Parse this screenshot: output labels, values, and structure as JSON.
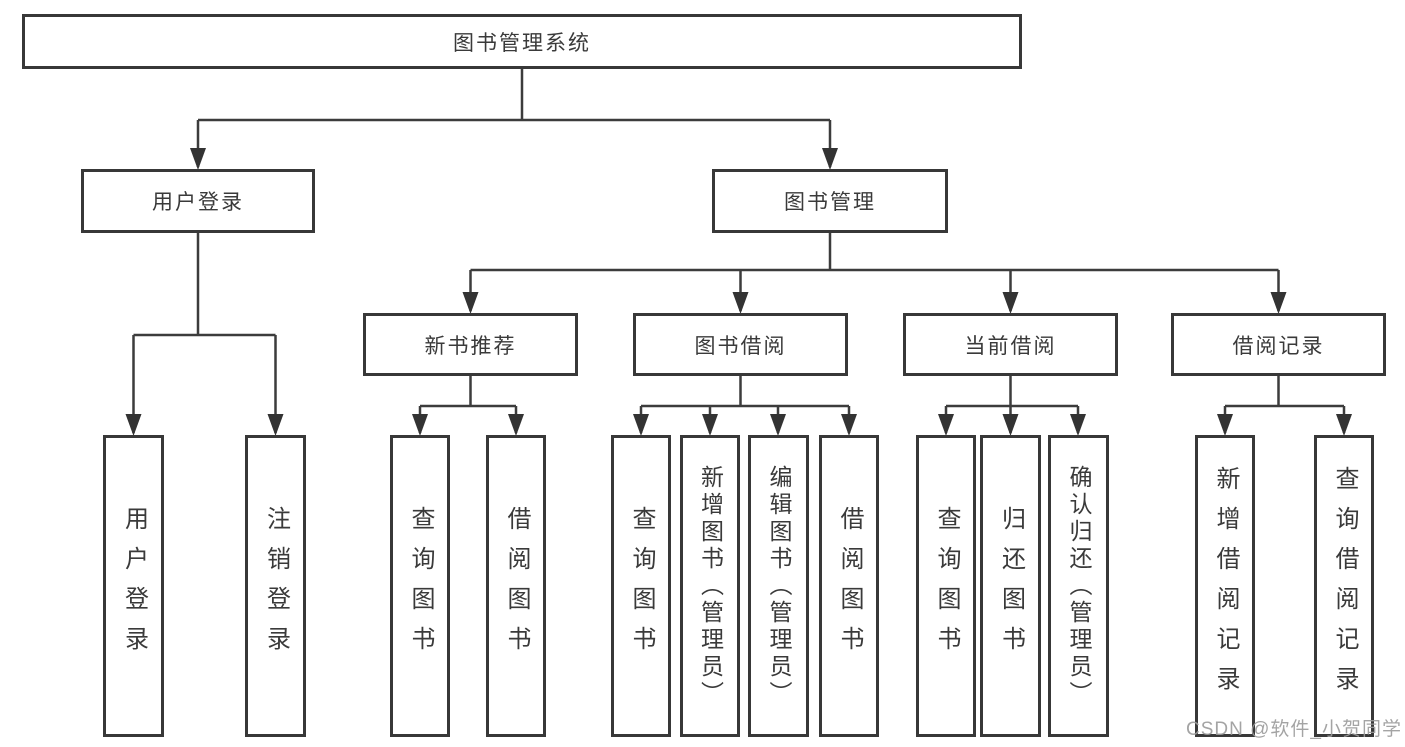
{
  "diagram": {
    "root": {
      "label": "图书管理系统",
      "children": [
        {
          "label": "用户登录",
          "children": [
            {
              "label": "用户登录"
            },
            {
              "label": "注销登录"
            }
          ]
        },
        {
          "label": "图书管理",
          "children": [
            {
              "label": "新书推荐",
              "children": [
                {
                  "label": "查询图书"
                },
                {
                  "label": "借阅图书"
                }
              ]
            },
            {
              "label": "图书借阅",
              "children": [
                {
                  "label": "查询图书"
                },
                {
                  "label": "新增图书（管理员）"
                },
                {
                  "label": "编辑图书（管理员）"
                },
                {
                  "label": "借阅图书"
                }
              ]
            },
            {
              "label": "当前借阅",
              "children": [
                {
                  "label": "查询图书"
                },
                {
                  "label": "归还图书"
                },
                {
                  "label": "确认归还（管理员）"
                }
              ]
            },
            {
              "label": "借阅记录",
              "children": [
                {
                  "label": "新增借阅记录"
                },
                {
                  "label": "查询借阅记录"
                }
              ]
            }
          ]
        }
      ]
    }
  },
  "watermark": {
    "text": "CSDN @软件_小贺同学"
  },
  "colors": {
    "border": "#383838",
    "line": "#3c3c3c",
    "arrow": "#333333",
    "text": "#3a3a3a",
    "watermark": "#9b9b9b",
    "background": "#ffffff"
  }
}
